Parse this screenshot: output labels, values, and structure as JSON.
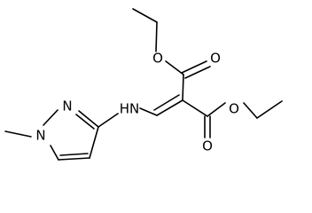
{
  "molecule": {
    "atoms": {
      "o_ester_top": "O",
      "o_carbonyl_top": "O",
      "nh": "HN",
      "o_ester_bottom": "O",
      "o_carbonyl_bottom": "O",
      "n_ring": "N",
      "n_methyl": "N"
    }
  },
  "colors": {
    "bond": "#000000",
    "label": "#000000",
    "background": "#ffffff"
  }
}
